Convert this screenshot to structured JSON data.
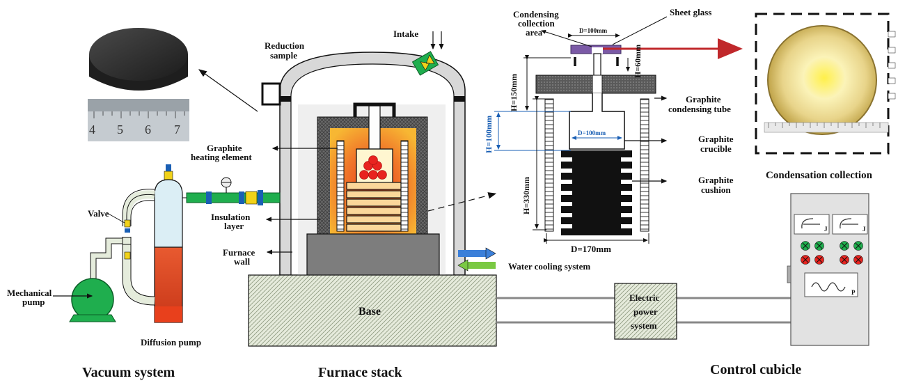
{
  "captions": {
    "vacuum": "Vacuum system",
    "furnace": "Furnace stack",
    "control": "Control cubicle",
    "condensation": "Condensation collection"
  },
  "labels": {
    "reduction_sample": [
      "Reduction",
      "sample"
    ],
    "intake": "Intake",
    "heating_element": [
      "Graphite",
      "heating element"
    ],
    "insulation": [
      "Insulation",
      "layer"
    ],
    "furnace_wall": [
      "Furnace",
      "wall"
    ],
    "valve": "Valve",
    "mechanical_pump": [
      "Mechanical",
      "pump"
    ],
    "diffusion_pump": "Diffusion pump",
    "base": "Base",
    "water_cooling": "Water cooling system",
    "electric_power": [
      "Electric",
      "power",
      "system"
    ],
    "condensing_area": [
      "Condensing",
      "collection",
      "area"
    ],
    "sheet_glass": "Sheet glass",
    "graphite_tube": [
      "Graphite",
      "condensing tube"
    ],
    "graphite_crucible": [
      "Graphite",
      "crucible"
    ],
    "graphite_cushion": [
      "Graphite",
      "cushion"
    ]
  },
  "dimensions": {
    "d_top": "D=100mm",
    "h60": "H=60mm",
    "h150": "H=150mm",
    "h100": "H=100mm",
    "d_mid": "D=100mm",
    "h330": "H=330mm",
    "d_bottom": "D=170mm"
  },
  "ruler_numbers": [
    "4",
    "5",
    "6",
    "7"
  ],
  "panel": {
    "meter1": "J",
    "meter2": "J",
    "scope": "P"
  },
  "colors": {
    "heat_core": "#e8401c",
    "heat_outer": "#f7b733",
    "vacuum_fluid": "#e0451f",
    "pipe_green": "#1fae4e",
    "glass_purple": "#7b5aa6",
    "arrow_red": "#c0282b",
    "cooling_blue": "#3b7fd9",
    "cooling_green": "#7ac943"
  }
}
